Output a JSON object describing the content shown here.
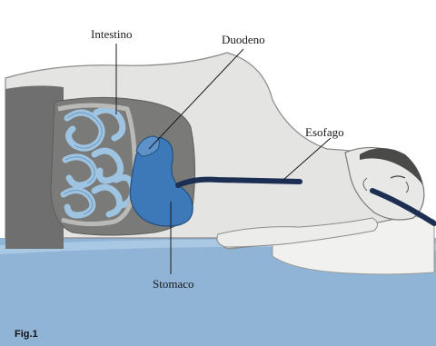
{
  "figure_label": "Fig.1",
  "labels": {
    "intestino": "Intestino",
    "duodeno": "Duodeno",
    "esofago": "Esofago",
    "stomaco": "Stomaco"
  },
  "colors": {
    "bed": "#8fb4d6",
    "body": "#e4e4e2",
    "dark_blanket": "#6f6f6f",
    "organ_cavity": "#7a7a78",
    "intestine": "#9ec4e2",
    "stomach": "#3d78b8",
    "endoscope": "#1c2f52"
  }
}
